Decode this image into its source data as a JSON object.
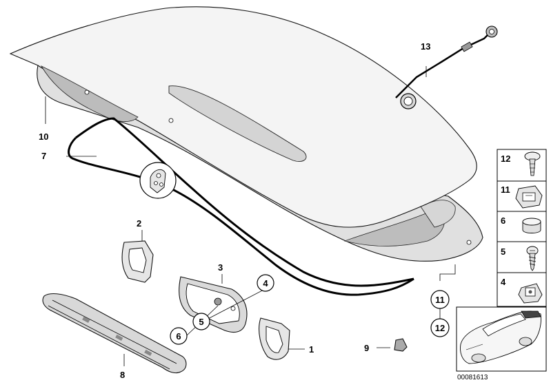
{
  "callouts": {
    "c1": "1",
    "c2": "2",
    "c3": "3",
    "c4": "4",
    "c5": "5",
    "c6": "6",
    "c7": "7",
    "c8": "8",
    "c9": "9",
    "c10": "10",
    "c11": "11",
    "c12": "12",
    "c13": "13"
  },
  "legend": [
    {
      "label": "12",
      "icon": "trim-rivet-icon"
    },
    {
      "label": "11",
      "icon": "clip-nut-icon"
    },
    {
      "label": "6",
      "icon": "cap-icon"
    },
    {
      "label": "5",
      "icon": "screw-icon"
    },
    {
      "label": "4",
      "icon": "clip-icon"
    }
  ],
  "catalog_number": "00081613",
  "colors": {
    "panel": "#f4f4f4",
    "shade": "#c9c9c9",
    "dark": "#8a8a8a",
    "line": "#000000"
  }
}
